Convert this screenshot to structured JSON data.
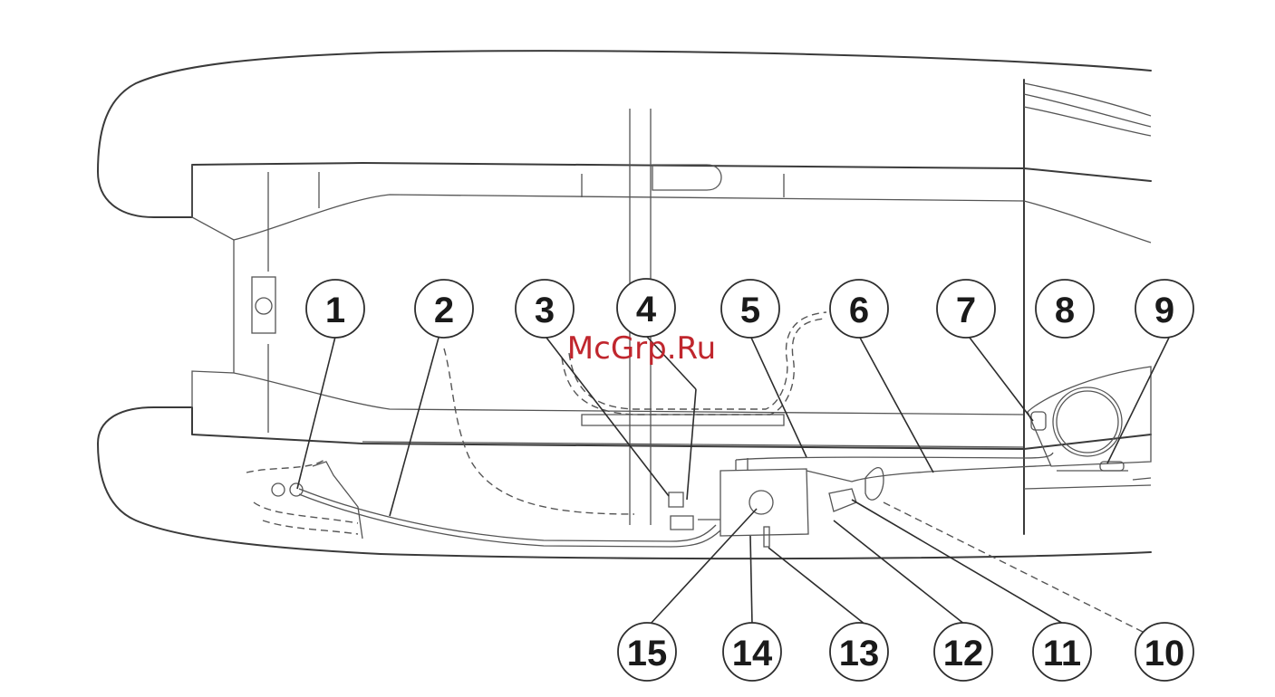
{
  "watermark": "McGrp.Ru",
  "colors": {
    "line": "#3a3a3a",
    "watermark": "#c0262d",
    "background": "#ffffff"
  },
  "callouts": [
    {
      "id": "1",
      "label": "1"
    },
    {
      "id": "2",
      "label": "2"
    },
    {
      "id": "3",
      "label": "3"
    },
    {
      "id": "4",
      "label": "4"
    },
    {
      "id": "5",
      "label": "5"
    },
    {
      "id": "6",
      "label": "6"
    },
    {
      "id": "7",
      "label": "7"
    },
    {
      "id": "8",
      "label": "8"
    },
    {
      "id": "9",
      "label": "9"
    },
    {
      "id": "10",
      "label": "10"
    },
    {
      "id": "11",
      "label": "11"
    },
    {
      "id": "12",
      "label": "12"
    },
    {
      "id": "13",
      "label": "13"
    },
    {
      "id": "14",
      "label": "14"
    },
    {
      "id": "15",
      "label": "15"
    }
  ]
}
